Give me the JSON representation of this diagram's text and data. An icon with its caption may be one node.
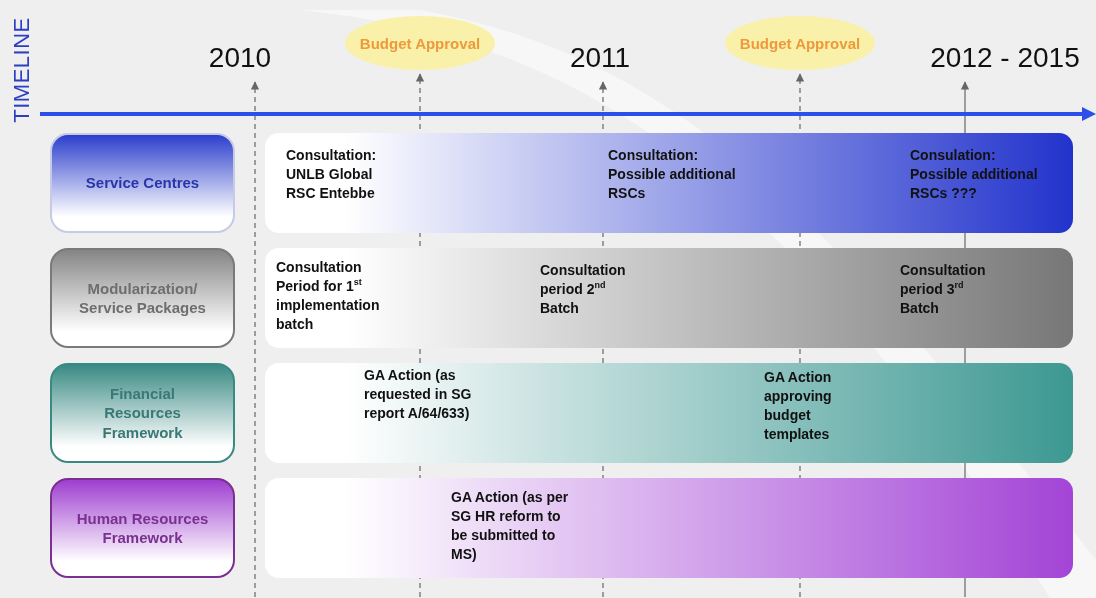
{
  "diagram": {
    "nodes": [
      {
        "text": [
          "2010"
        ]
      },
      {
        "text": [
          "Budget Approval"
        ]
      },
      {
        "text": [
          "2011"
        ]
      },
      {
        "text": [
          "Budget Approval"
        ]
      },
      {
        "text": [
          "2012 - 2015"
        ]
      },
      {
        "text": [
          "Service Centres"
        ]
      },
      {
        "text": [
          "Consultation: UNLB Global RSC Entebbe",
          "Consultation: Possible additional RSCs",
          "Consulation: Possible additional RSCs ???"
        ]
      },
      {
        "text": [
          "Modularization/ Service Packages"
        ]
      },
      {
        "text": [
          "Consultation Period for 1$^{st}$ implementation batch",
          "Consultation period 2$^{nd}$ Batch",
          "Consultation period 3$^{rd}$ Batch"
        ]
      },
      {
        "text": [
          "Financial Resources Framework"
        ]
      },
      {
        "text": [
          "GA Action (as requested in SG report A/64/633)",
          "GA Action approving budget templates"
        ]
      },
      {
        "text": [
          "Human Resources Framework"
        ]
      },
      {
        "text": [
          "GA Action (as per SG HR reform to be submitted to MS)"
        ]
      }
    ],
    "edges": [
      {
        "from": null,
        "to": 0,
        "arrow": "to",
        "style": "dashed"
      },
      {
        "from": null,
        "to": 1,
        "arrow": "to",
        "style": "dashed"
      },
      {
        "from": null,
        "to": 2,
        "arrow": "to",
        "style": "dashed"
      },
      {
        "from": null,
        "to": 3,
        "arrow": "to",
        "style": "dashed"
      },
      {
        "from": null,
        "to": 4,
        "arrow": "to"
      }
    ],
    "labels": [
      "TIMELINE"
    ]
  }
}
